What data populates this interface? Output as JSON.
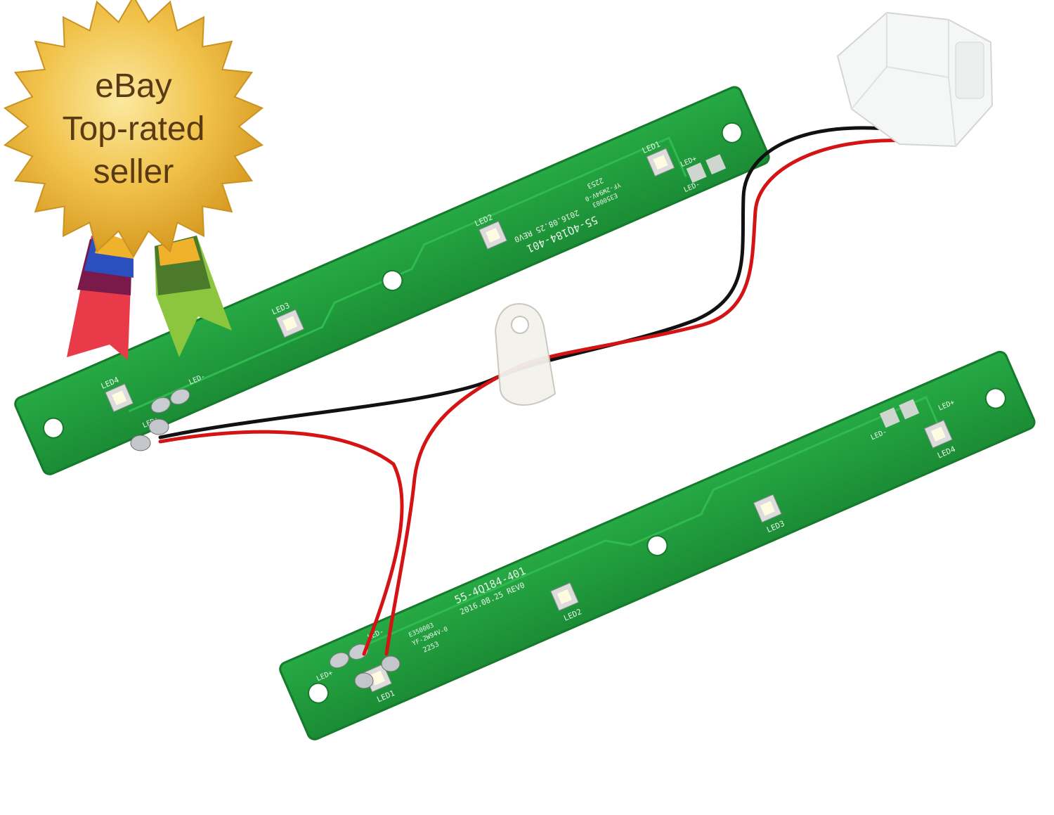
{
  "badge": {
    "line1": "eBay",
    "line2": "Top-rated",
    "line3": "seller"
  },
  "pcb_upper": {
    "part_no": "55-4Q184-401",
    "date_rev": "2016.08.25 REV0",
    "code1": "E350003",
    "code2": "YF-2W94V-0",
    "code3": "2253",
    "leds": [
      "LED1",
      "LED2",
      "LED3",
      "LED4"
    ],
    "conn_pos": "LED+",
    "conn_neg": "LED-"
  },
  "pcb_lower": {
    "part_no": "55-4Q184-401",
    "date_rev": "2016.08.25 REV0",
    "code1": "E350003",
    "code2": "YF-2W94V-0",
    "code3": "2253",
    "leds": [
      "LED1",
      "LED2",
      "LED3",
      "LED4"
    ],
    "conn_pos": "LED+",
    "conn_neg": "LED-"
  },
  "colors": {
    "pcb_green": "#1f9a3a",
    "pcb_edge": "#167a2c",
    "badge_gold": "#f4c542",
    "wire_red": "#d41414",
    "wire_black": "#111111"
  }
}
